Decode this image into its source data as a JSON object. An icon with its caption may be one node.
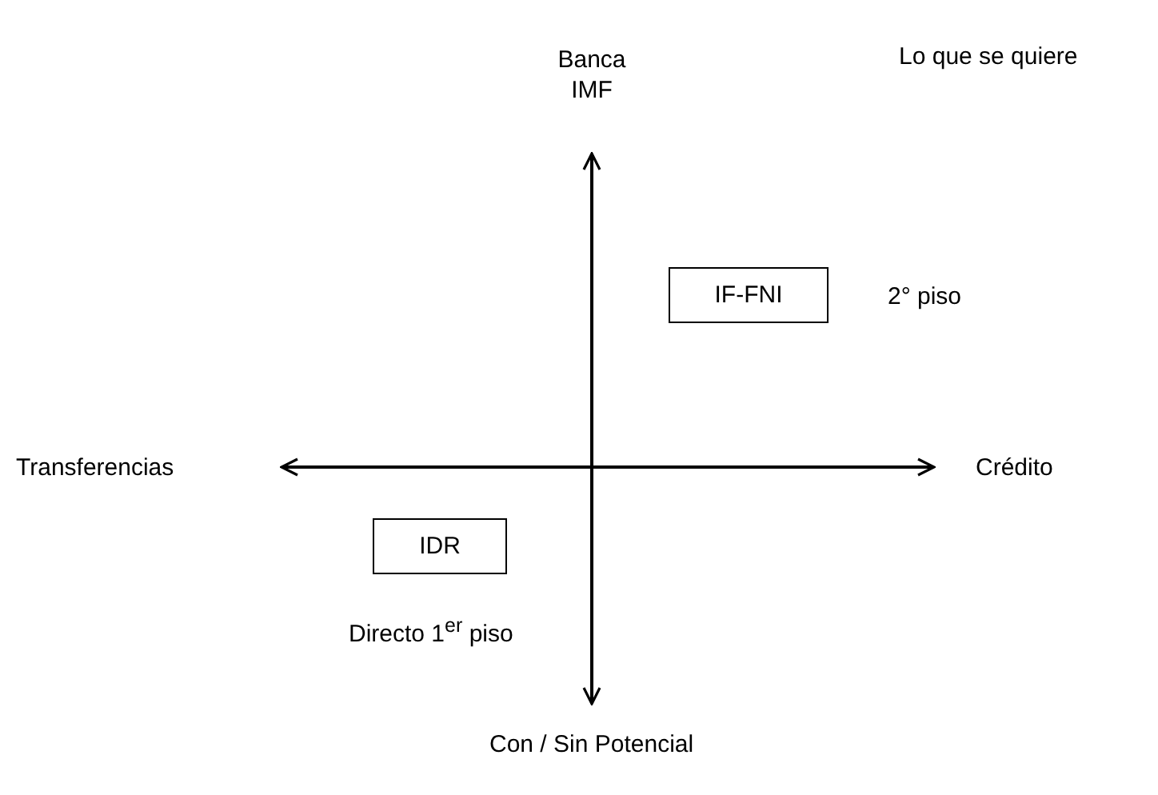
{
  "diagram": {
    "nodes": [
      {
        "text": [
          "IF-FNI"
        ],
        "beside": [
          "2° piso"
        ]
      },
      {
        "text": [
          "IDR"
        ],
        "beside": [
          "Directo 1$^{er}$ piso"
        ]
      }
    ],
    "labels": [
      "Lo que se quiere",
      "Banca IMF",
      "Transferencias",
      "Crédito",
      "Con / Sin Potencial"
    ]
  }
}
